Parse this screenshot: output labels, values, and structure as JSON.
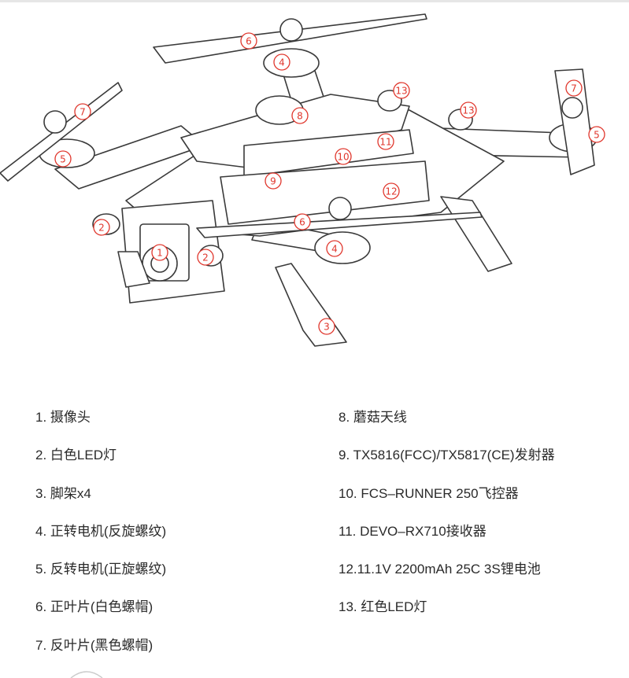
{
  "callouts": [
    "1",
    "2",
    "2",
    "3",
    "4",
    "4",
    "5",
    "5",
    "6",
    "6",
    "7",
    "7",
    "8",
    "9",
    "10",
    "11",
    "12",
    "13",
    "13"
  ],
  "legend": {
    "left": [
      "1. 摄像头",
      "2. 白色LED灯",
      "3. 脚架x4",
      "4. 正转电机(反旋螺纹)",
      "5. 反转电机(正旋螺纹)",
      "6. 正叶片(白色螺帽)",
      "7. 反叶片(黑色螺帽)"
    ],
    "right": [
      "8. 蘑菇天线",
      "9. TX5816(FCC)/TX5817(CE)发射器",
      "10. FCS–RUNNER 250飞控器",
      "11. DEVO–RX710接收器",
      "12.11.1V 2200mAh 25C 3S锂电池",
      "13. 红色LED灯"
    ]
  },
  "colors": {
    "callout": "#e0362c",
    "line": "#3a3a3a",
    "text": "#2a2a2a"
  }
}
